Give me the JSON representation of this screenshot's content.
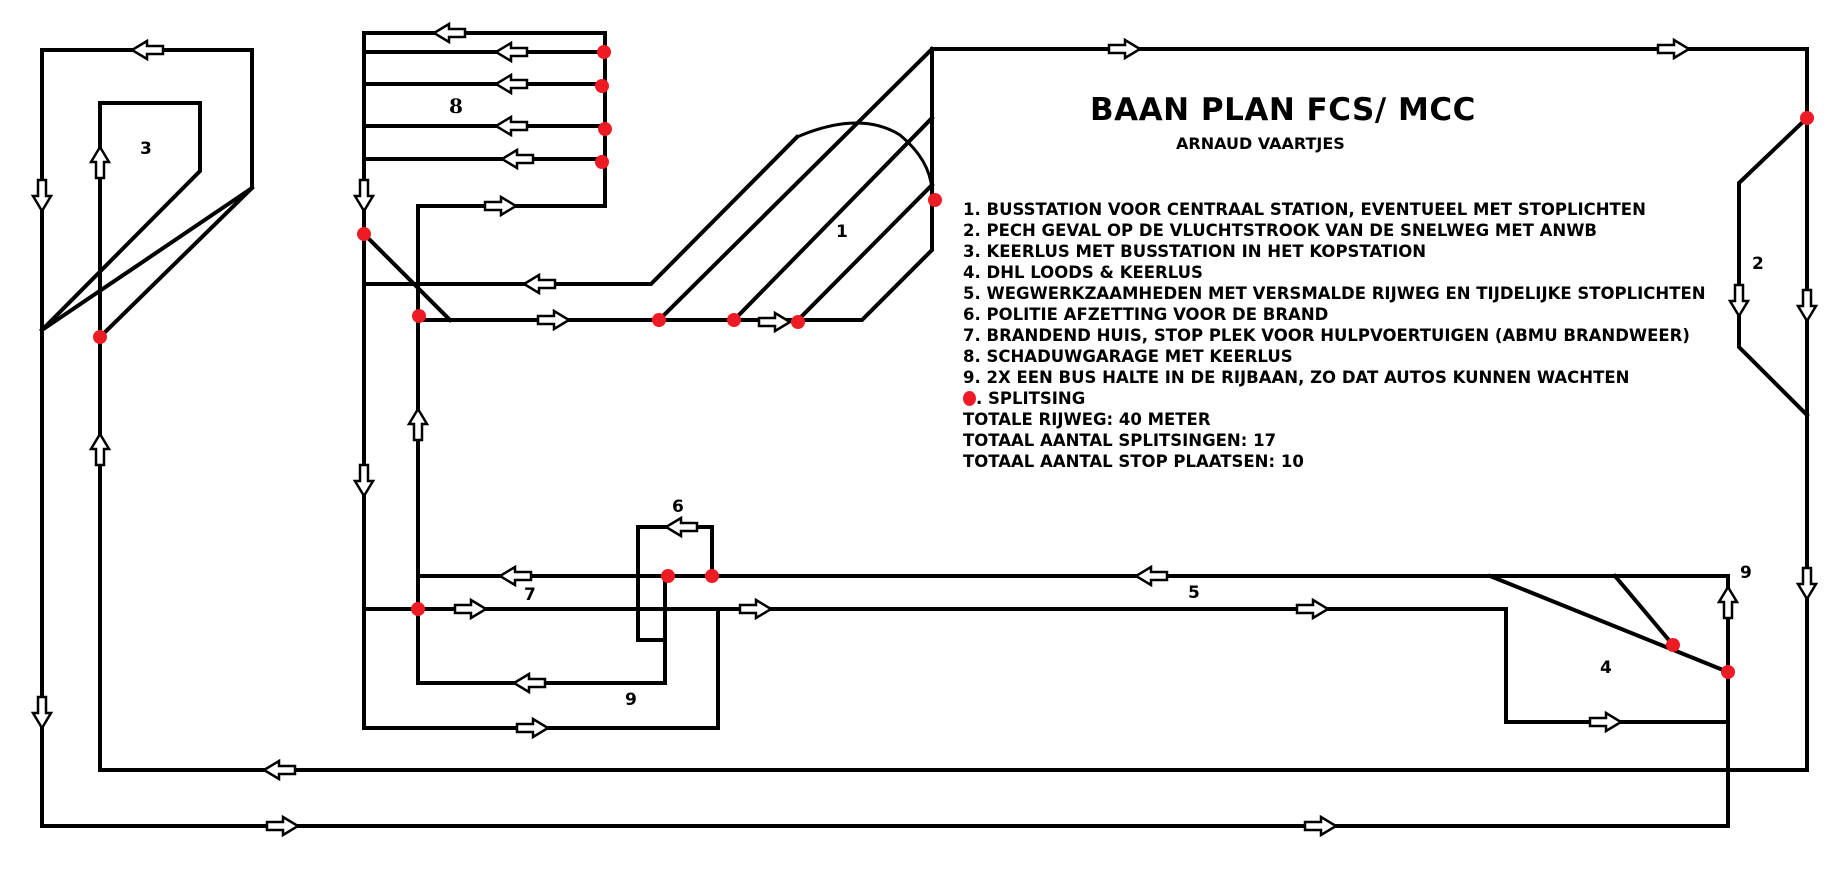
{
  "title": "BAAN PLAN FCS/ MCC",
  "author": "ARNAUD VAARTJES",
  "legend": {
    "items": [
      "1. BUSSTATION VOOR CENTRAAL STATION, EVENTUEEL MET STOPLICHTEN",
      "2. PECH GEVAL OP DE VLUCHTSTROOK VAN DE SNELWEG MET ANWB",
      "3. KEERLUS MET BUSSTATION IN HET KOPSTATION",
      "4. DHL LOODS & KEERLUS",
      "5. WEGWERKZAAMHEDEN MET VERSMALDE RIJWEG EN TIJDELIJKE STOPLICHTEN",
      "6. POLITIE AFZETTING VOOR DE  BRAND",
      "7. BRANDEND HUIS, STOP PLEK VOOR HULPVOERTUIGEN (ABMU BRANDWEER)",
      "8. SCHADUWGARAGE MET KEERLUS",
      "9. 2X EEN BUS HALTE  IN DE RIJBAAN, ZO DAT AUTOS KUNNEN WACHTEN"
    ],
    "node_symbol": "red-dot",
    "node_label": ". SPLITSING",
    "totals": [
      "TOTALE RIJWEG: 40 METER",
      "TOTAAL AANTAL SPLITSINGEN: 17",
      "TOTAAL AANTAL STOP PLAATSEN: 10"
    ]
  },
  "zone_labels": {
    "z1": "1",
    "z2": "2",
    "z3": "3",
    "z4": "4",
    "z5": "5",
    "z6": "6",
    "z7": "7",
    "z8": "8",
    "z9a": "9",
    "z9b": "9"
  },
  "colors": {
    "track": "#000000",
    "junction": "#ed1c24",
    "background": "#ffffff"
  },
  "summary": {
    "total_road_length_m": 40,
    "total_junctions": 17,
    "total_stop_places": 10
  }
}
